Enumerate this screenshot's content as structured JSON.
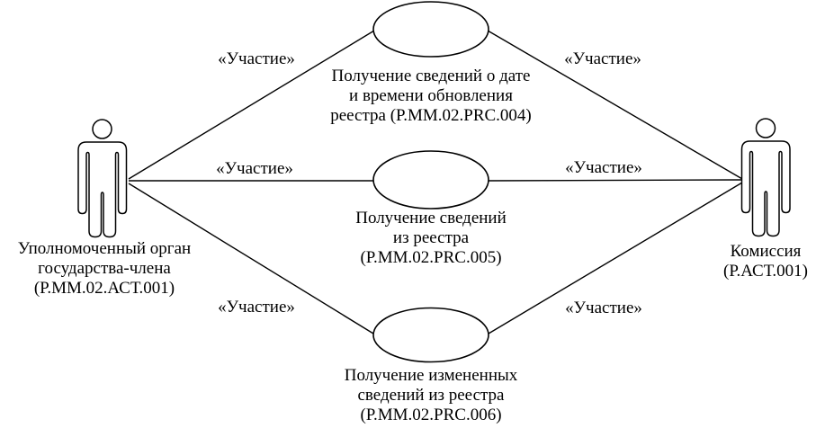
{
  "diagram": {
    "type": "uml-use-case",
    "language": "ru",
    "edge_label": "«Участие»",
    "actors": [
      {
        "id": "member-state-authority",
        "name": "Уполномоченный орган\nгосударства-члена\n(Р.ММ.02.АСТ.001)"
      },
      {
        "id": "commission",
        "name": "Комиссия\n(Р.АСТ.001)"
      }
    ],
    "use_cases": [
      {
        "id": "prc-004",
        "name": "Получение сведений о дате\nи времени обновления\nреестра (Р.ММ.02.PRC.004)"
      },
      {
        "id": "prc-005",
        "name": "Получение сведений\nиз реестра\n(Р.ММ.02.PRC.005)"
      },
      {
        "id": "prc-006",
        "name": "Получение измененных\nсведений из реестра\n(Р.ММ.02.PRC.006)"
      }
    ],
    "associations": [
      {
        "from": "member-state-authority",
        "to": "prc-004",
        "stereotype": "«Участие»"
      },
      {
        "from": "commission",
        "to": "prc-004",
        "stereotype": "«Участие»"
      },
      {
        "from": "member-state-authority",
        "to": "prc-005",
        "stereotype": "«Участие»"
      },
      {
        "from": "commission",
        "to": "prc-005",
        "stereotype": "«Участие»"
      },
      {
        "from": "member-state-authority",
        "to": "prc-006",
        "stereotype": "«Участие»"
      },
      {
        "from": "commission",
        "to": "prc-006",
        "stereotype": "«Участие»"
      }
    ],
    "colors": {
      "stroke": "#000000",
      "background": "#ffffff",
      "text": "#000000"
    }
  }
}
